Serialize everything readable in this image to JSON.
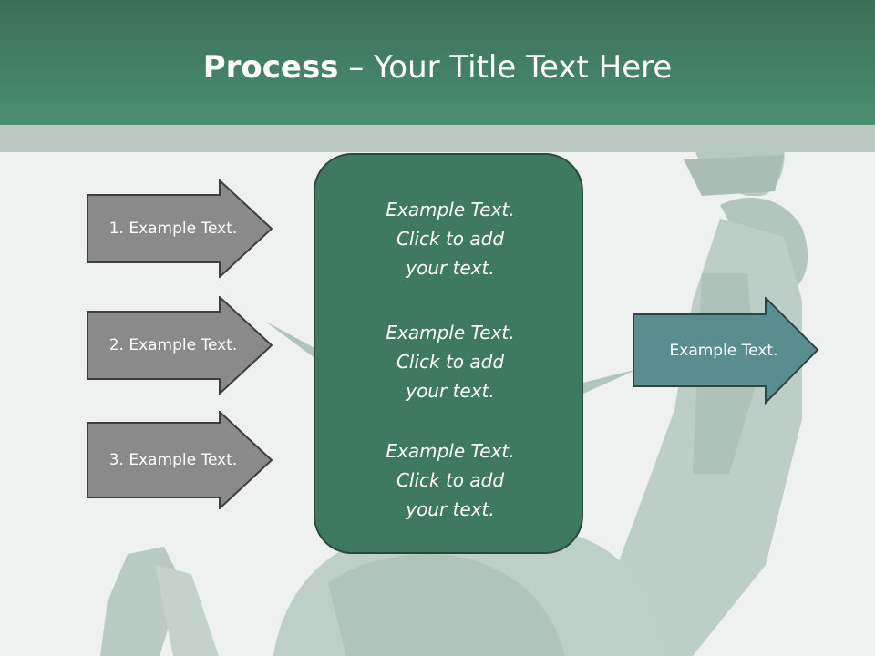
{
  "slide": {
    "title_bold": "Process",
    "title_rest": " – Your Title Text Here"
  },
  "left_arrows": [
    {
      "label": "1. Example Text."
    },
    {
      "label": "2. Example Text."
    },
    {
      "label": "3. Example Text."
    }
  ],
  "center_box": {
    "blocks": [
      {
        "line1": "Example Text.",
        "line2": "Click  to add",
        "line3": "your text."
      },
      {
        "line1": "Example Text.",
        "line2": "Click  to add",
        "line3": "your text."
      },
      {
        "line1": "Example Text.",
        "line2": "Click  to add",
        "line3": "your text."
      }
    ]
  },
  "output_arrow": {
    "label": "Example Text."
  },
  "colors": {
    "title_bar": "#4a8f70",
    "center_box": "#3f7a60",
    "left_arrow": "#8a8a8a",
    "output_arrow": "#5a8e8e"
  }
}
